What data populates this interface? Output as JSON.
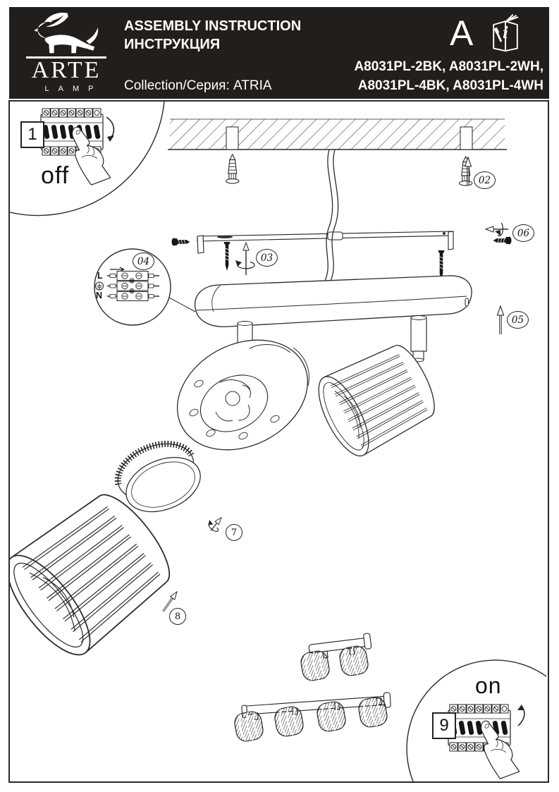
{
  "header": {
    "brand_top": "ARTE",
    "brand_bottom": "LAMP",
    "title_en": "ASSEMBLY INSTRUCTION",
    "title_ru": "ИНСТРУКЦИЯ",
    "collection": "Collection/Серия: ATRIA",
    "models_line1": "A8031PL-2BK, A8031PL-2WH,",
    "models_line2": "A8031PL-4BK, A8031PL-4WH",
    "doc_letter": "A",
    "manual_icon_text": "i"
  },
  "steps": {
    "step1": {
      "number": "1",
      "label": "off"
    },
    "step9": {
      "number": "9",
      "label": "on"
    }
  },
  "callouts": {
    "c02": "02",
    "c03": "03",
    "c04": "04",
    "c05": "05",
    "c06": "06",
    "c7": "7",
    "c8": "8"
  },
  "wiring": {
    "live": "L",
    "neutral": "N"
  },
  "colors": {
    "header_bg": "#211e1b",
    "ink": "#2a2a2a"
  }
}
